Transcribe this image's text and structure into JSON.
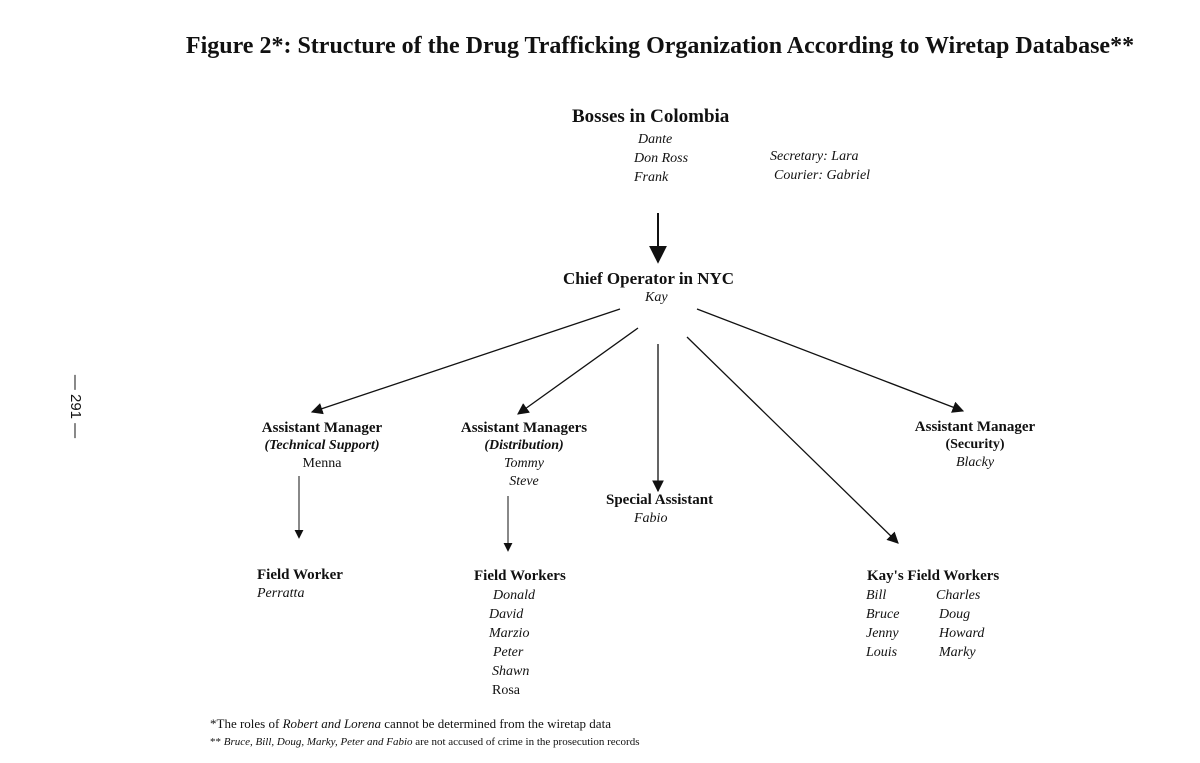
{
  "title": "Figure 2*: Structure of the Drug Trafficking Organization According to Wiretap Database**",
  "page_number": "— 291 —",
  "bosses": {
    "heading": "Bosses in Colombia",
    "members": [
      "Dante",
      "Don Ross",
      "Frank"
    ],
    "secretary": "Secretary: Lara",
    "courier": "Courier: Gabriel"
  },
  "chief": {
    "heading": "Chief Operator in NYC",
    "name": "Kay"
  },
  "tech_support": {
    "heading": "Assistant Manager",
    "subtitle": "(Technical Support)",
    "name": "Menna"
  },
  "distribution": {
    "heading": "Assistant Managers",
    "subtitle": "(Distribution)",
    "names": [
      "Tommy",
      "Steve"
    ]
  },
  "special": {
    "heading": "Special Assistant",
    "name": "Fabio"
  },
  "security": {
    "heading": "Assistant Manager",
    "subtitle": "(Security)",
    "name": "Blacky"
  },
  "field_worker": {
    "heading": "Field Worker",
    "name": "Perratta"
  },
  "field_workers": {
    "heading": "Field Workers",
    "names": [
      "Donald",
      "David",
      "Marzio",
      "Peter",
      "Shawn",
      "Rosa"
    ]
  },
  "kays_field_workers": {
    "heading": "Kay's Field Workers",
    "left": [
      "Bill",
      "Bruce",
      "Jenny",
      "Louis"
    ],
    "right": [
      "Charles",
      "Doug",
      "Howard",
      "Marky"
    ]
  },
  "footnotes": {
    "note1_prefix": "*The roles of ",
    "note1_names": "Robert and Lorena",
    "note1_suffix": " cannot be determined from the wiretap data",
    "note2_prefix": "** ",
    "note2_names": "Bruce, Bill, Doug, Marky, Peter and Fabio",
    "note2_suffix": " are not accused of crime in the prosecution records"
  },
  "colors": {
    "ink": "#111111",
    "background": "#ffffff"
  }
}
